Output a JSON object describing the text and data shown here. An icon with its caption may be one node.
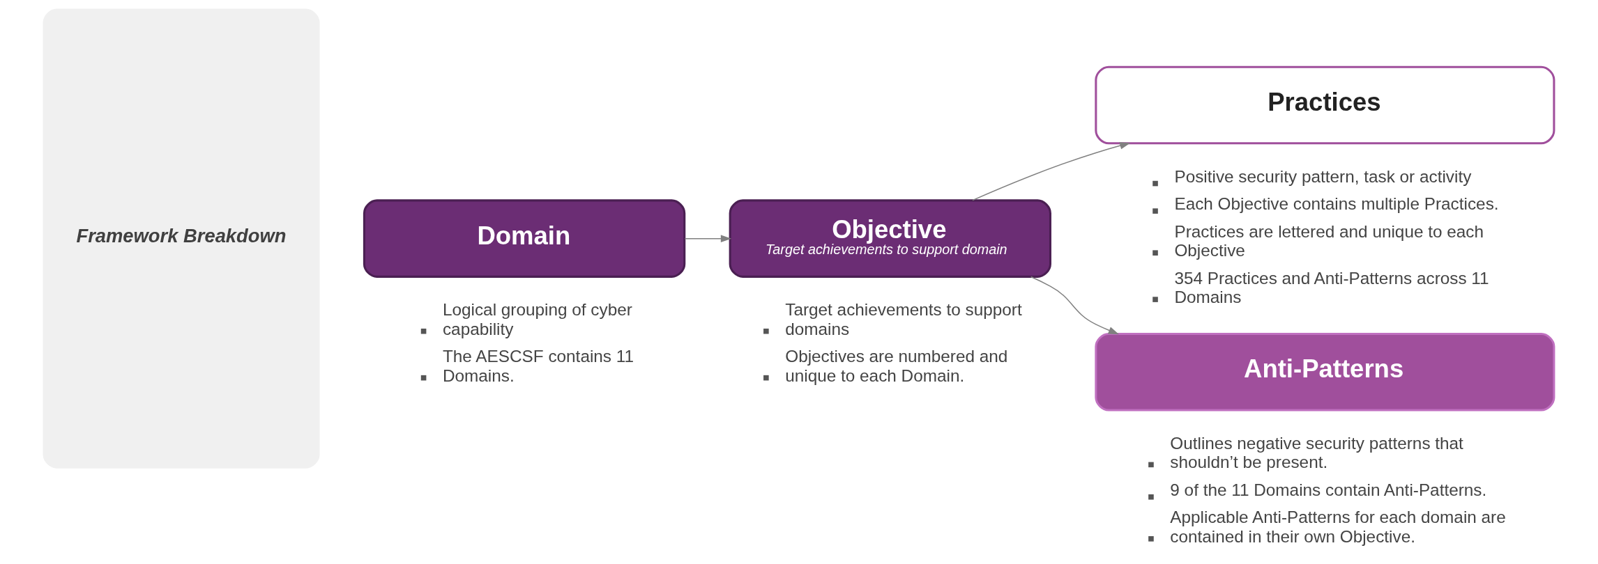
{
  "diagram": {
    "nodes": [
      {
        "text": [
          "Framework Breakdown"
        ]
      },
      {
        "text": [
          "Domain"
        ],
        "beside": [
          "Logical grouping of cyber capability",
          "The AESCSF contains 11 Domains."
        ]
      },
      {
        "text": [
          "Objective",
          "Target achievements to support domain"
        ],
        "beside": [
          "Target achievements to support domains",
          "Objectives are numbered and unique to each Domain."
        ]
      },
      {
        "text": [
          "Practices"
        ],
        "beside": [
          "Positive security pattern, task or activity",
          "Each Objective contains multiple Practices.",
          "Practices are lettered and unique to each Objective",
          "354 Practices and Anti-Patterns across 11 Domains"
        ]
      },
      {
        "text": [
          "Anti-Patterns"
        ],
        "beside": [
          "Outlines negative security patterns that shouldn’t be present.",
          "9 of the 11 Domains contain Anti-Patterns.",
          "Applicable Anti-Patterns for each domain are contained in their own Objective."
        ]
      }
    ],
    "edges": [
      {
        "from": 1,
        "to": 2,
        "arrow": "to"
      },
      {
        "from": 2,
        "to": 3,
        "arrow": "to"
      },
      {
        "from": 2,
        "to": 4,
        "arrow": "to"
      }
    ]
  }
}
